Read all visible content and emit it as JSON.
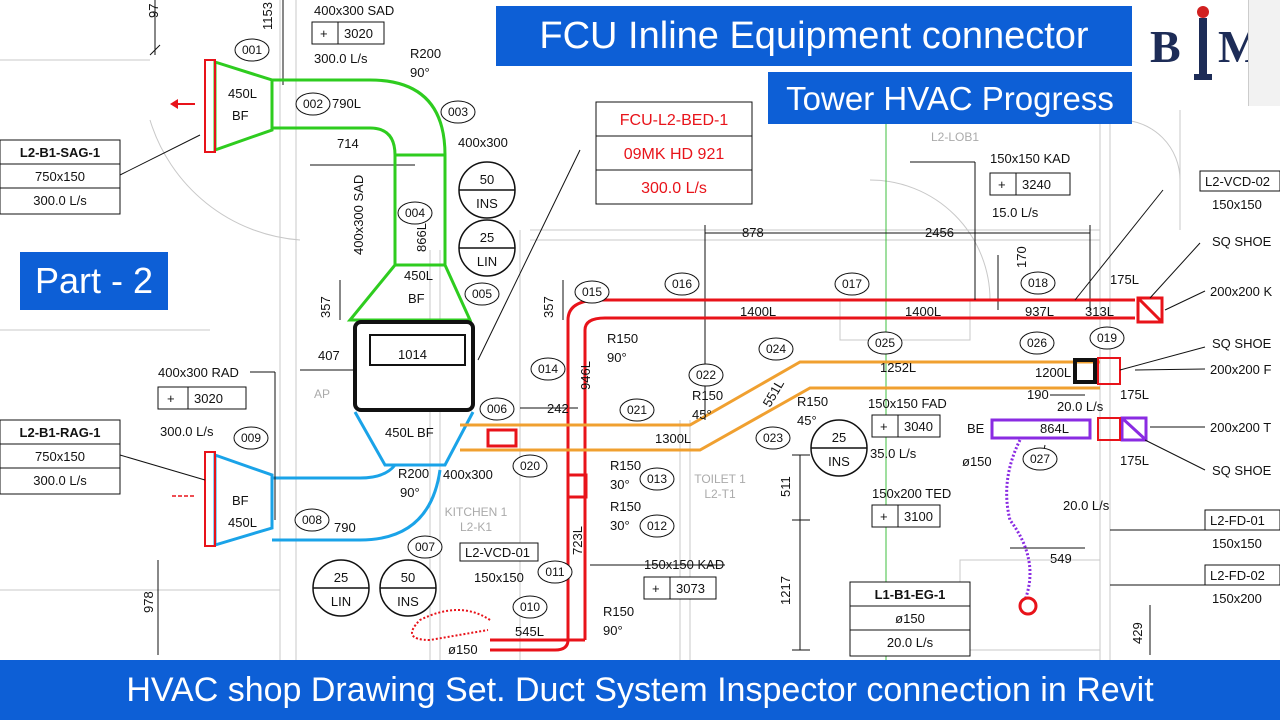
{
  "banners": {
    "title": "FCU Inline Equipment connector",
    "subtitle": "Tower HVAC Progress",
    "part": "Part - 2",
    "footer": "HVAC shop Drawing Set. Duct System Inspector connection in Revit"
  },
  "logo": {
    "text_left": "B",
    "text_right": "M",
    "icon": "bim-logo-tower-icon"
  },
  "fcu_tag": {
    "name": "FCU-L2-BED-1",
    "model": "09MK HD 921",
    "flow": "300.0 L/s"
  },
  "tags": {
    "sag": {
      "name": "L2-B1-SAG-1",
      "size": "750x150",
      "flow": "300.0 L/s"
    },
    "rag": {
      "name": "L2-B1-RAG-1",
      "size": "750x150",
      "flow": "300.0 L/s"
    },
    "eg": {
      "name": "L1-B1-EG-1",
      "size": "ø150",
      "flow": "20.0 L/s"
    }
  },
  "terminal_labels": {
    "sad_size": "400x300 SAD",
    "sad_count": "3020",
    "sad_flow": "300.0 L/s",
    "rad_size": "400x300 RAD",
    "rad_count": "3020",
    "rad_flow": "300.0 L/s",
    "kad_top_size": "150x150 KAD",
    "kad_top_count": "3240",
    "kad_top_flow": "15.0 L/s",
    "fad_size": "150x150 FAD",
    "fad_count": "3040",
    "fad_flow": "35.0 L/s",
    "ted_size": "150x200 TED",
    "ted_count": "3100",
    "kad_bot_size": "150x150 KAD",
    "kad_bot_count": "3073",
    "plus": "+"
  },
  "right_labels": {
    "vcd02": "L2-VCD-02",
    "vcd02_size": "150x150",
    "sq_shoe": "SQ SHOE",
    "k200": "200x200 K",
    "f200": "200x200 F",
    "t200": "200x200 T",
    "fd01": "L2-FD-01",
    "fd01_size": "150x150",
    "fd02": "L2-FD-02",
    "fd02_size": "150x200"
  },
  "vcd01": {
    "name": "L2-VCD-01",
    "size": "150x150"
  },
  "insulation": [
    {
      "top": "50",
      "bottom": "INS"
    },
    {
      "top": "25",
      "bottom": "LIN"
    },
    {
      "top": "25",
      "bottom": "INS"
    },
    {
      "top": "25",
      "bottom": "LIN"
    },
    {
      "top": "50",
      "bottom": "INS"
    }
  ],
  "fitting_ids": [
    "001",
    "002",
    "003",
    "004",
    "005",
    "006",
    "008",
    "009",
    "007",
    "010",
    "011",
    "012",
    "013",
    "014",
    "015",
    "016",
    "017",
    "018",
    "019",
    "020",
    "021",
    "022",
    "023",
    "024",
    "025",
    "026",
    "027"
  ],
  "duct_lengths": {
    "bf_top": "450L",
    "bf_top_b": "BF",
    "l790_top": "790L",
    "l866": "866L",
    "bf_mid": "450L",
    "bf_mid_b": "BF",
    "fcu_len": "1014",
    "bf_low": "450L BF",
    "bf_rag": "BF",
    "bf_rag_b": "450L",
    "l790_bot": "790",
    "l1400a": "1400L",
    "l1400b": "1400L",
    "l937": "937L",
    "l313": "313L",
    "l175a": "175L",
    "l946": "946L",
    "l1252": "1252L",
    "l1200": "1200L",
    "l551": "551L",
    "l1300": "1300L",
    "l864": "864L",
    "l175b": "175L",
    "l175c": "175L",
    "l723": "723L",
    "l545": "545L",
    "be": "BE",
    "d150a": "ø150",
    "d150b": "ø150"
  },
  "bend_notes": {
    "r200a": "R200",
    "r200a_deg": "90°",
    "r200b": "R200",
    "r200b_deg": "90°",
    "r150a": "R150",
    "r150a_deg": "90°",
    "r150b": "R150",
    "r150b_deg": "45°",
    "r150c": "R150",
    "r150c_deg": "45°",
    "r150d": "R150",
    "r150d_deg": "30°",
    "r150e": "R150",
    "r150e_deg": "30°",
    "r150f": "R150",
    "r150f_deg": "90°",
    "s400x300": "400x300",
    "s400x300b": "400x300",
    "sad_vert": "400x300 SAD"
  },
  "dimensions": {
    "d97": "97",
    "d1153": "1153",
    "d714": "714",
    "d357a": "357",
    "d357b": "357",
    "d407": "407",
    "d242": "242",
    "d878": "878",
    "d2456": "2456",
    "d170": "170",
    "d190": "190",
    "d20a": "20.0 L/s",
    "d20b": "20.0 L/s",
    "d511": "511",
    "d1217": "1217",
    "d978": "978",
    "d549": "549",
    "d429": "429"
  },
  "room_labels": {
    "toilet": "TOILET 1",
    "toilet_code": "L2-T1",
    "kitchen": "KITCHEN 1",
    "kitchen_code": "L2-K1",
    "lobby": "L2-LOB1",
    "ap": "AP"
  },
  "colors": {
    "banner": "#0d5fd6",
    "supply": "#2ecc1f",
    "return": "#1aa3e8",
    "kitchen_exhaust": "#e8131a",
    "fresh_air": "#f0a030",
    "toilet_exhaust": "#8a2be2",
    "tag_red": "#e8131a"
  }
}
